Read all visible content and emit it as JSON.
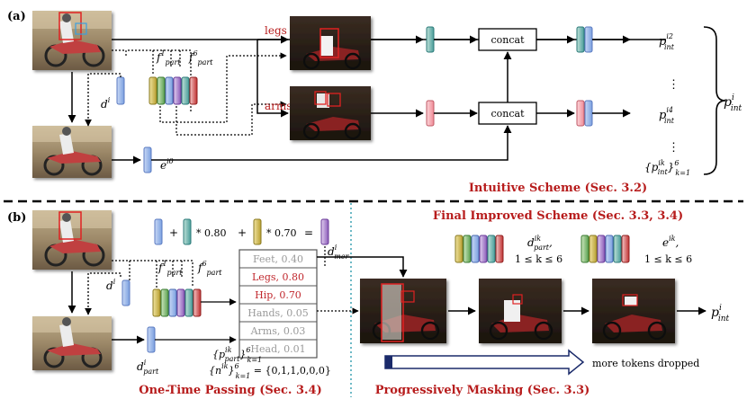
{
  "panel_a": {
    "label": "(a)",
    "legs_label": "legs",
    "arms_label": "arms",
    "concat_top": "concat",
    "concat_bottom": "concat",
    "d_label": "d",
    "d_sup": "i",
    "e_label": "e",
    "e_sup": "i0",
    "f_label": "f",
    "f_sup1": "1",
    "f_sup6": "6",
    "f_sub": "part",
    "p_label": "p",
    "p_sub": "int",
    "p_sup2": "i2",
    "p_sup4": "i4",
    "p_supi": "i",
    "p_set_sup": "ik",
    "p_set_tail": "}",
    "p_set_sup6": "6",
    "p_set_sub": "k=1",
    "dots": "⋮",
    "scheme_title": "Intuitive Scheme (Sec. 3.2)"
  },
  "panel_b": {
    "label": "(b)",
    "final_title": "Final Improved Scheme (Sec. 3.3, 3.4)",
    "formula_plus1": "+",
    "formula_w1": "* 0.80",
    "formula_plus2": "+",
    "formula_w2": "* 0.70",
    "formula_eq": "=",
    "d_mer_label": "d",
    "d_mer_sub": "mer",
    "d_mer_sup": "i",
    "d_label": "d",
    "d_sup": "i",
    "f_label": "f",
    "f_sup1": "1",
    "f_sup6": "6",
    "f_sub": "part",
    "d_part_label": "d",
    "d_part_sup": "i",
    "d_part_sub": "part",
    "score_rows": [
      {
        "text": "Feet, 0.40",
        "color": "#9a9a9a"
      },
      {
        "text": "Legs, 0.80",
        "color": "#c0272d"
      },
      {
        "text": "Hip, 0.70",
        "color": "#c0272d"
      },
      {
        "text": "Hands, 0.05",
        "color": "#9a9a9a"
      },
      {
        "text": "Arms, 0.03",
        "color": "#9a9a9a"
      },
      {
        "text": "Head, 0.01",
        "color": "#9a9a9a"
      }
    ],
    "p_part_set": "{p",
    "p_part_sup": "ik",
    "p_part_sub": "part",
    "p_part_tail": "}",
    "p_part_sup6": "6",
    "p_part_sub_k": "k=1",
    "n_set": "{n",
    "n_sup": "ik",
    "n_tail": "}",
    "n_sup6": "6",
    "n_sub_k": "k=1",
    "n_values": " = {0,1,1,0,0,0}",
    "legend_d": "d",
    "legend_d_sup": "ik",
    "legend_d_sub": "part",
    "legend_e": "e",
    "legend_e_sup": "ik",
    "legend_comma": ",",
    "legend_range": "1  ≤ k ≤ 6",
    "p_out": "p",
    "p_out_sup": "i",
    "p_out_sub": "int",
    "arrow_caption": "more tokens dropped",
    "one_time": "One-Time Passing (Sec. 3.4)",
    "progressive": "Progressively Masking (Sec. 3.3)"
  },
  "colors": {
    "title_red": "#b71c1c",
    "token_blue": "#7aa0e0",
    "token_teal": "#4a9e9a",
    "token_pink": "#f0a0a8",
    "token_olive": "#b8a030",
    "token_green": "#5aa050",
    "token_purple": "#8a5ab8",
    "token_red": "#c03030",
    "dashed_teal": "#4aa8b8",
    "navy": "#1a2a6a"
  }
}
